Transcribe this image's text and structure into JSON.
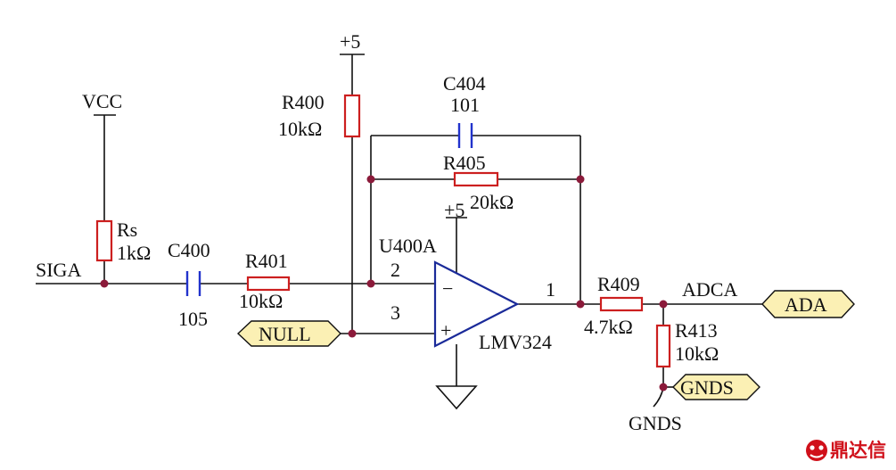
{
  "colors": {
    "wire": "#111111",
    "resistor": "#cc1f1f",
    "capacitor": "#2233cc",
    "opamp": "#1a2a99",
    "junction": "#8b1a3a",
    "port_fill": "#fbf0b4",
    "watermark": "#d0101a"
  },
  "power": {
    "vcc": "VCC",
    "plus5_top": "+5",
    "plus5_opamp": "+5"
  },
  "signals": {
    "input": "SIGA",
    "output_net": "ADCA"
  },
  "components": {
    "rs": {
      "ref": "Rs",
      "value": "1kΩ"
    },
    "c400": {
      "ref": "C400",
      "value": "105"
    },
    "r401": {
      "ref": "R401",
      "value": "10kΩ"
    },
    "r400": {
      "ref": "R400",
      "value": "10kΩ"
    },
    "c404": {
      "ref": "C404",
      "value": "101"
    },
    "r405": {
      "ref": "R405",
      "value": "20kΩ"
    },
    "u400a": {
      "ref": "U400A",
      "part": "LMV324",
      "pin_inv": "2",
      "pin_noninv": "3",
      "pin_out": "1",
      "minus_sign": "−",
      "plus_sign": "+"
    },
    "r409": {
      "ref": "R409",
      "value": "4.7kΩ"
    },
    "r413": {
      "ref": "R413",
      "value": "10kΩ"
    }
  },
  "ports": {
    "null": "NULL",
    "ada": "ADA",
    "gnds": "GNDS",
    "gnds_net": "GNDS"
  },
  "watermark": {
    "text": "鼎达信",
    "icon": "dragon-logo-icon"
  }
}
